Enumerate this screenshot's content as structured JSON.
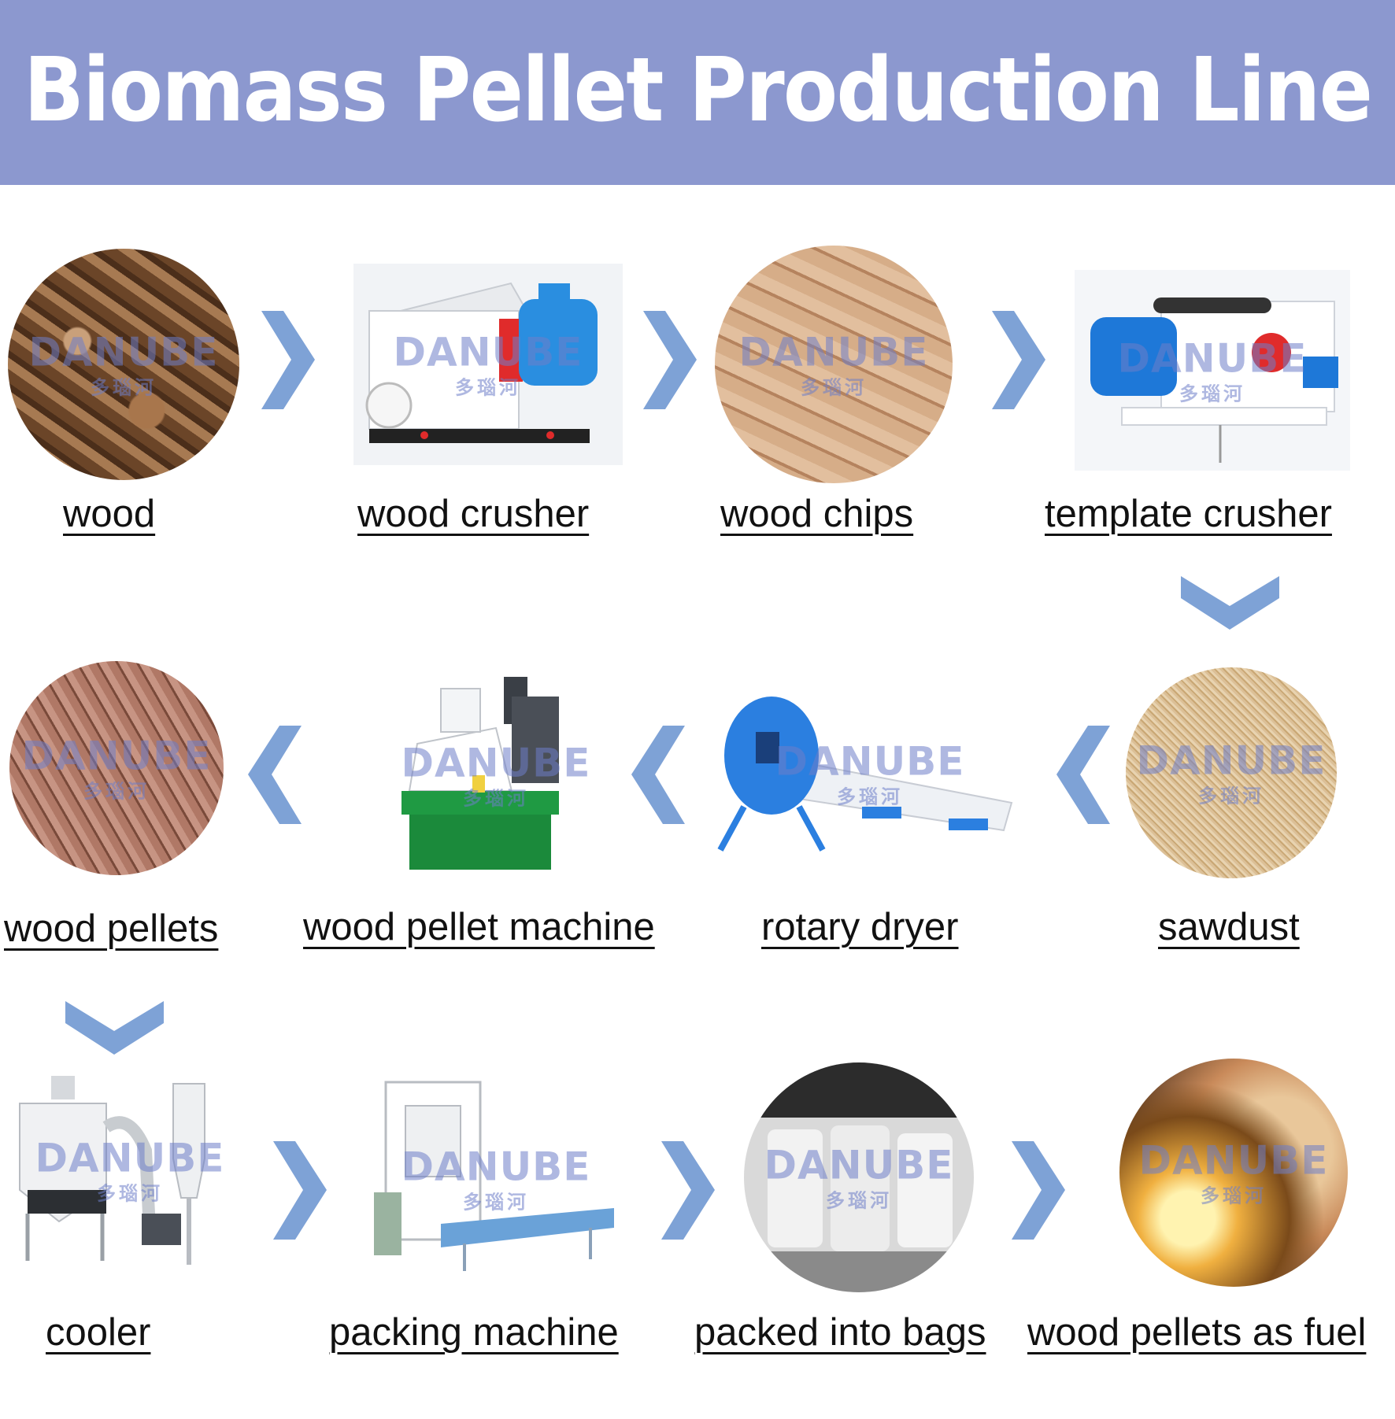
{
  "banner": {
    "title": "Biomass Pellet Production Line"
  },
  "watermark": {
    "main": "DANUBE",
    "sub": "多瑙河"
  },
  "steps": [
    {
      "label": "wood",
      "icon": "wood-logs-photo",
      "color": "#8b6040"
    },
    {
      "label": "wood crusher",
      "icon": "crusher-machine-photo",
      "color": "#2a8ee0"
    },
    {
      "label": "wood chips",
      "icon": "wood-chips-photo",
      "color": "#d4a882"
    },
    {
      "label": "template crusher",
      "icon": "template-crusher-photo",
      "color": "#1e78d8"
    },
    {
      "label": "sawdust",
      "icon": "sawdust-photo",
      "color": "#d9b98a"
    },
    {
      "label": "rotary dryer",
      "icon": "rotary-dryer-photo",
      "color": "#2b7fe0"
    },
    {
      "label": "wood pellet machine",
      "icon": "pellet-machine-photo",
      "color": "#1f9a43"
    },
    {
      "label": "wood pellets",
      "icon": "wood-pellets-photo",
      "color": "#a06a58"
    },
    {
      "label": "cooler",
      "icon": "cooler-photo",
      "color": "#c8ccd0"
    },
    {
      "label": "packing machine",
      "icon": "packing-machine-photo",
      "color": "#6aa2d8"
    },
    {
      "label": "packed into bags",
      "icon": "bags-photo",
      "color": "#e6e6e6"
    },
    {
      "label": "wood pellets as fuel",
      "icon": "pellets-fuel-photo",
      "color": "#c98a3a"
    }
  ],
  "arrow_color": "#7ea2d6"
}
